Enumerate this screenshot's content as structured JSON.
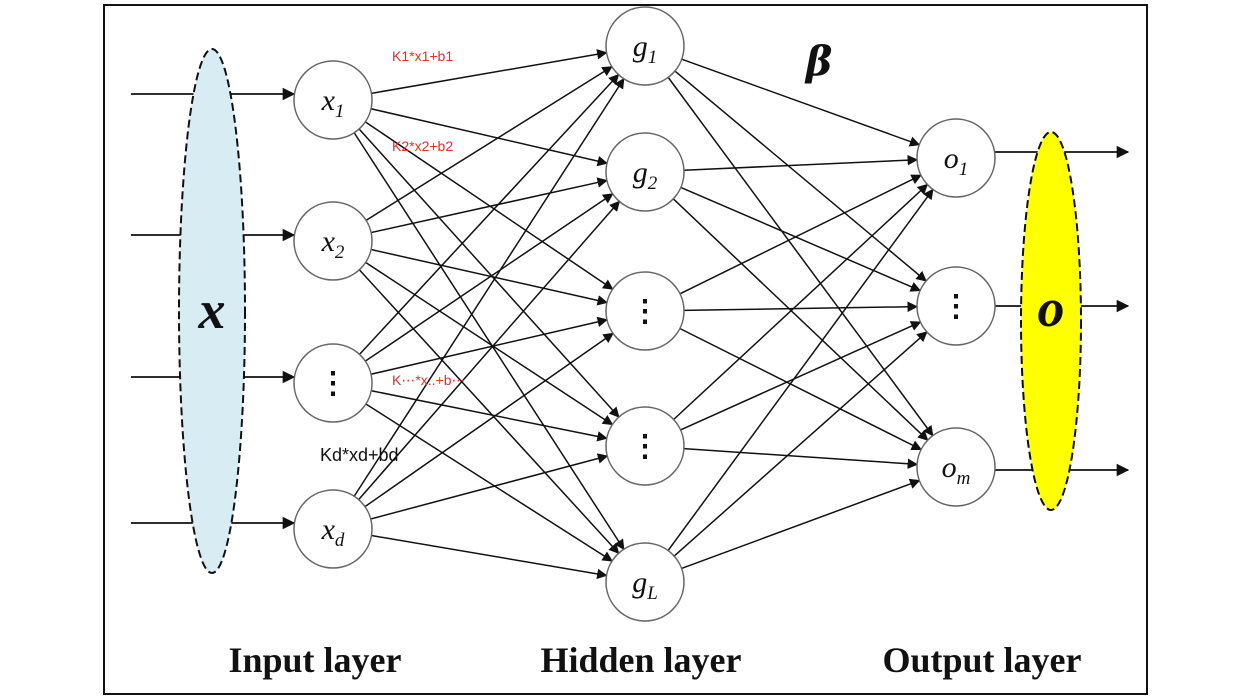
{
  "diagram": {
    "colors": {
      "input_ellipse": "#d8edf3",
      "output_ellipse": "#ffff00",
      "stroke": "#111111",
      "equation_red": "#e03030"
    },
    "input_ellipse_label": "x",
    "output_ellipse_label": "o",
    "weights_label": "β",
    "input_nodes": [
      "x1",
      "x2",
      "⋮",
      "xd"
    ],
    "hidden_nodes": [
      "g1",
      "g2",
      "⋮",
      "⋮",
      "gL"
    ],
    "output_nodes": [
      "o1",
      "⋮",
      "om"
    ],
    "equations": {
      "eq1": "K1*x1+b1",
      "eq2": "K2*x2+b2",
      "eq3": "K⋯*x..+b⋯",
      "eq4": "Kd*xd+bd"
    },
    "layer_labels": {
      "input": "Input layer",
      "hidden": "Hidden layer",
      "output": "Output layer"
    }
  }
}
